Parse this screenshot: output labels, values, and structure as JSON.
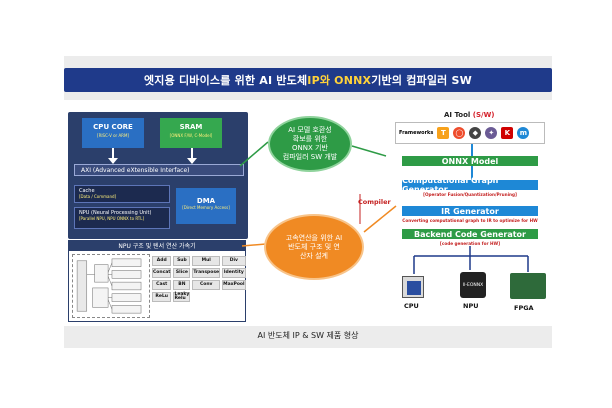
{
  "title": {
    "pre": "엣지용 디바이스를 위한 AI 반도체 ",
    "hl": "IP와 ONNX",
    "post": " 기반의 컴파일러 SW"
  },
  "hardware": {
    "cpu": {
      "label": "CPU CORE",
      "sub": "[RISC-V or ARM]"
    },
    "sram": {
      "label": "SRAM",
      "sub": "[ONNX F/W, C-Model]"
    },
    "axi": "AXI (Advanced eXtensible Interface)",
    "cache": {
      "label": "Cache",
      "sub": "[Data / Command]"
    },
    "dma": {
      "label": "DMA",
      "sub": "[Direct Memory Access]"
    },
    "npu": {
      "label": "NPU (Neural Processing Unit)",
      "sub": "[Parallel NPU, NPU ONNX to RTL]"
    }
  },
  "npu_accel": {
    "title": "NPU 구조 및 텐서 연산 가속기",
    "ops": [
      "Add",
      "Sub",
      "Mul",
      "Div",
      "Concat",
      "Slice",
      "Transpose",
      "Identity",
      "Cast",
      "BN",
      "Conv",
      "MaxPool",
      "ReLu",
      "Leaky Relu"
    ]
  },
  "bubbles": {
    "top": "AI 모델 호환성\n확보를 위한\nONNX 기반\n컴파일러 SW 개발",
    "bottom": "고속연산을 위한 AI\n반도체 구조 및 연\n산자 설계"
  },
  "software": {
    "ai_tool": "AI Tool ",
    "ai_tool_sw": "(S/W)",
    "frameworks": "Frameworks",
    "onnx_model": "ONNX Model",
    "cgg": "Computational Graph Generator",
    "cgg_note": "[Operator Fusion/Quantization/Pruning]",
    "irg": "IR Generator",
    "irg_note": "Converting computational graph to IR to optimize for HW",
    "bcg": "Backend Code Generator",
    "bcg_note": "[code generation for HW]",
    "compiler": "Compiler",
    "targets": [
      "CPU",
      "NPU",
      "FPGA"
    ],
    "npu_chip": "II-EONNX"
  },
  "caption": "AI 반도체 IP & SW 제품 형상",
  "colors": {
    "title_bg": "#1f3a8a",
    "highlight": "#ffd23a",
    "green": "#2e9b46",
    "blue": "#1e88d6",
    "orange": "#f08a23",
    "red": "#c42020"
  }
}
